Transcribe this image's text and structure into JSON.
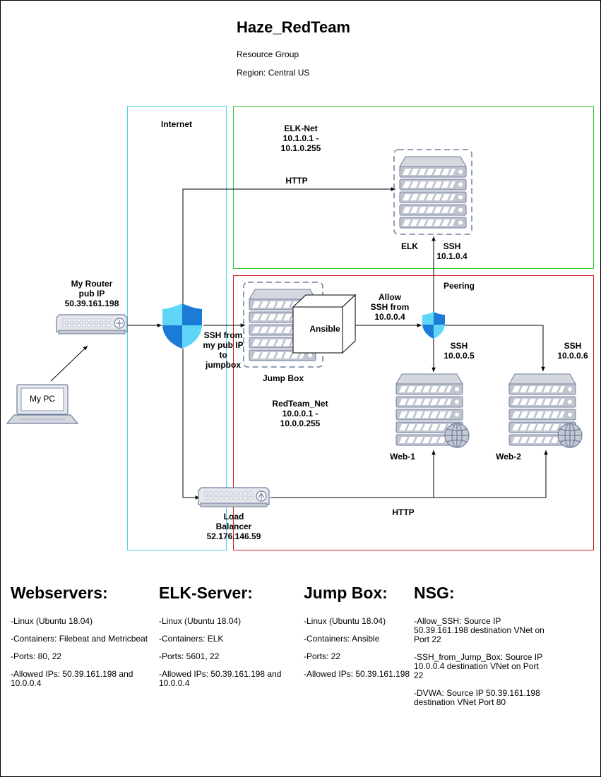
{
  "header": {
    "title": "Haze_RedTeam",
    "resource_group": "Resource Group",
    "region": "Region: Central US"
  },
  "zones": {
    "internet": "Internet",
    "elk_net": [
      "ELK-Net",
      "10.1.0.1 -",
      "10.1.0.255"
    ],
    "peering": "Peering",
    "redteam_net": [
      "RedTeam_Net",
      "10.0.0.1 -",
      "10.0.0.255"
    ]
  },
  "nodes": {
    "router": [
      "My Router",
      "pub IP",
      "50.39.161.198"
    ],
    "my_pc": "My PC",
    "elk": "ELK",
    "ansible": "Ansible",
    "jump_box": "Jump Box",
    "web1": "Web-1",
    "web2": "Web-2",
    "load_balancer": [
      "Load",
      "Balancer",
      "52.176.146.59"
    ]
  },
  "edges": {
    "http_top": "HTTP",
    "http_bottom": "HTTP",
    "ssh_elk": [
      "SSH",
      "10.1.0.4"
    ],
    "allow_ssh": [
      "Allow",
      "SSH from",
      "10.0.0.4"
    ],
    "ssh_from_pub": [
      "SSH from",
      "my pub IP",
      "to",
      "jumpbox"
    ],
    "ssh_web1": [
      "SSH",
      "10.0.0.5"
    ],
    "ssh_web2": [
      "SSH",
      "10.0.0.6"
    ]
  },
  "sections": [
    {
      "heading": "Webservers:",
      "items": [
        "-Linux (Ubuntu 18.04)",
        "-Containers: Filebeat and Metricbeat",
        "-Ports: 80, 22",
        "-Allowed IPs: 50.39.161.198 and 10.0.0.4"
      ]
    },
    {
      "heading": "ELK-Server:",
      "items": [
        "-Linux (Ubuntu 18.04)",
        "-Containers: ELK",
        "-Ports: 5601, 22",
        "-Allowed IPs: 50.39.161.198 and 10.0.0.4"
      ]
    },
    {
      "heading": "Jump Box:",
      "items": [
        "-Linux (Ubuntu 18.04)",
        "-Containers: Ansible",
        "-Ports: 22",
        "-Allowed IPs: 50.39.161.198"
      ]
    },
    {
      "heading": "NSG:",
      "items": [
        "-Allow_SSH: Source IP 50.39.161.198 destination VNet on Port 22",
        "-SSH_from_Jump_Box: Source IP 10.0.0.4 destination VNet on Port 22",
        "-DVWA: Source IP 50.39.161.198 destination VNet Port 80"
      ]
    }
  ],
  "colors": {
    "internet_border": "#48d5e0",
    "elk_border": "#33cc33",
    "redteam_border": "#cc1f1f",
    "server_fill": "#c5c9d2",
    "server_stroke": "#6b7da6",
    "shield_top": "#52d3f5",
    "shield_bottom": "#1a73c7"
  },
  "icons": [
    "shield-icon",
    "server-icon",
    "router-icon",
    "laptop-icon",
    "globe-icon",
    "load-balancer-icon"
  ]
}
